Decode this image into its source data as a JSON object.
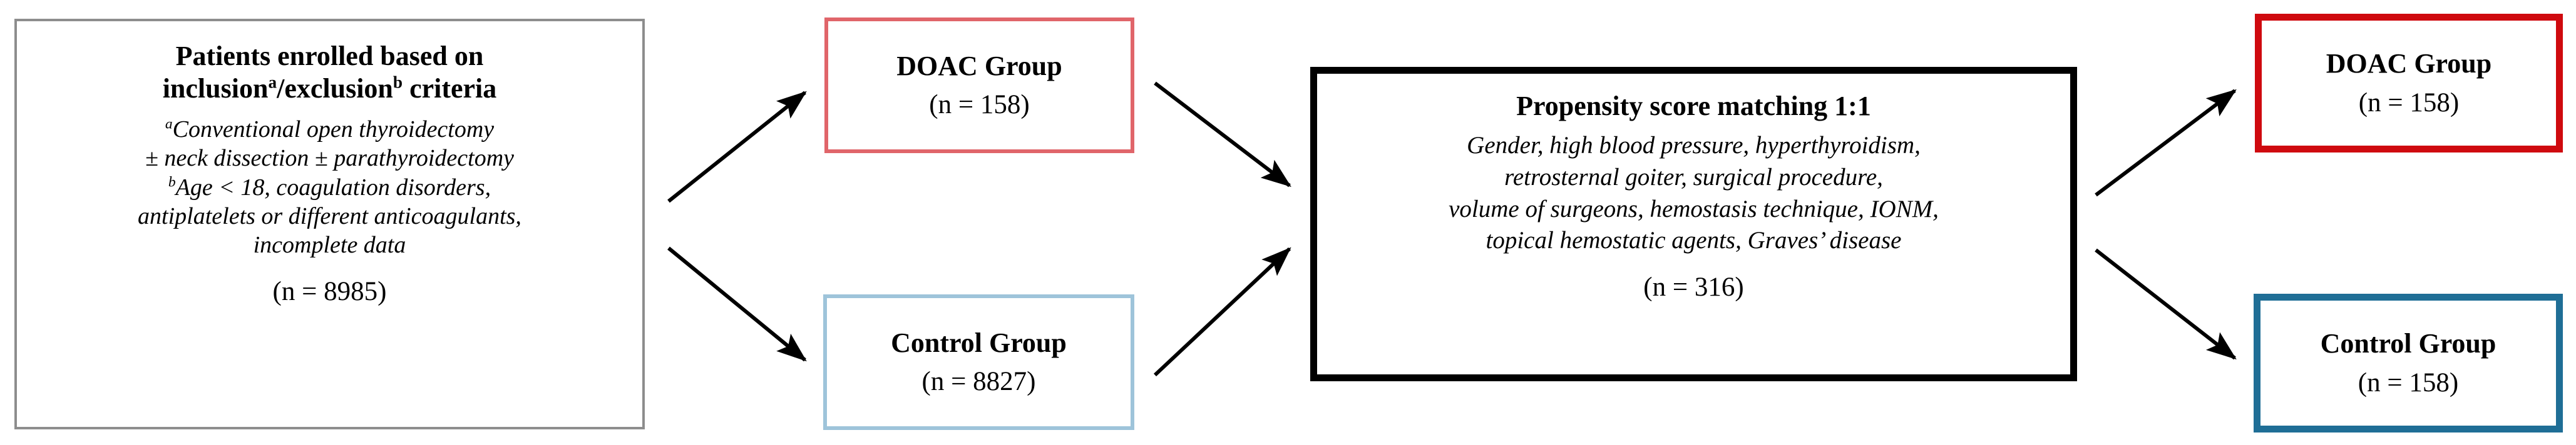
{
  "diagram": {
    "title": "Patient enrollment and propensity score matching flow",
    "colors": {
      "enrollment_border": "#8d8d8d",
      "doac_pre_border": "#e0656a",
      "control_pre_border": "#9ec4da",
      "psm_border": "#000000",
      "doac_post_border": "#cf0a0f",
      "control_post_border": "#1f6e96",
      "arrow": "#000000",
      "text": "#000000",
      "background": "#ffffff"
    },
    "nodes": {
      "enrollment": {
        "title_line1": "Patients enrolled based on",
        "title_line2_pre": "inclusion",
        "title_line2_sup_a": "a",
        "title_line2_mid": "/exclusion",
        "title_line2_sup_b": "b",
        "title_line2_post": " criteria",
        "inclusion_sup": "a",
        "inclusion_line1": "Conventional open thyroidectomy",
        "inclusion_line2": "± neck dissection ± parathyroidectomy",
        "exclusion_sup": "b",
        "exclusion_line1": "Age < 18, coagulation disorders,",
        "exclusion_line2": "antiplatelets or different anticoagulants,",
        "exclusion_line3": "incomplete data",
        "n": "(n = 8985)"
      },
      "doac_pre": {
        "title": "DOAC Group",
        "n": "(n = 158)"
      },
      "control_pre": {
        "title": "Control Group",
        "n": "(n = 8827)"
      },
      "psm": {
        "title": "Propensity score matching 1:1",
        "covariates_line1": "Gender, high blood pressure, hyperthyroidism,",
        "covariates_line2": "retrosternal goiter, surgical procedure,",
        "covariates_line3": "volume of surgeons, hemostasis technique, IONM,",
        "covariates_line4": "topical hemostatic agents, Graves’ disease",
        "n": "(n = 316)"
      },
      "doac_post": {
        "title": "DOAC Group",
        "n": "(n = 158)"
      },
      "control_post": {
        "title": "Control Group",
        "n": "(n = 158)"
      }
    },
    "edges": [
      {
        "name": "enrollment-to-doac-pre",
        "from": "enrollment",
        "to": "doac_pre",
        "style": "solid-arrow"
      },
      {
        "name": "enrollment-to-control-pre",
        "from": "enrollment",
        "to": "control_pre",
        "style": "solid-arrow"
      },
      {
        "name": "doac-pre-to-psm",
        "from": "doac_pre",
        "to": "psm",
        "style": "solid-arrow"
      },
      {
        "name": "control-pre-to-psm",
        "from": "control_pre",
        "to": "psm",
        "style": "solid-arrow"
      },
      {
        "name": "psm-to-doac-post",
        "from": "psm",
        "to": "doac_post",
        "style": "solid-arrow"
      },
      {
        "name": "psm-to-control-post",
        "from": "psm",
        "to": "control_post",
        "style": "solid-arrow"
      }
    ]
  }
}
